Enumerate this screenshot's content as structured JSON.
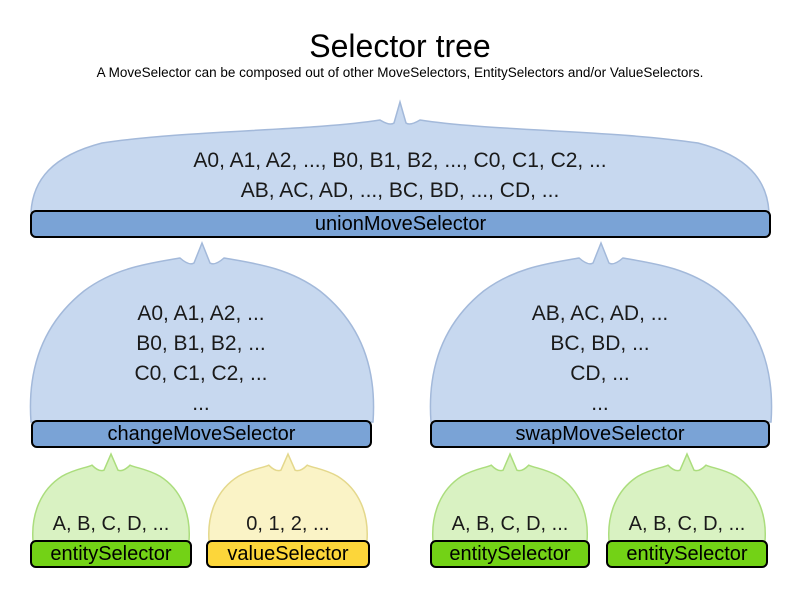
{
  "title": "Selector tree",
  "subtitle": "A MoveSelector can be composed out of other MoveSelectors, EntitySelectors and/or ValueSelectors.",
  "colors": {
    "blue_bar": "#7aa3d6",
    "blue_dome": "#c7d8ef",
    "blue_dome_border": "#a3b9da",
    "green_bar": "#73d216",
    "green_dome": "#d9f2c2",
    "green_dome_border": "#abdd7d",
    "yellow_bar": "#fcd63a",
    "yellow_dome": "#faf3c6",
    "yellow_dome_border": "#e4d88c",
    "bar_border": "#000000"
  },
  "nodes": {
    "union": {
      "label": "unionMoveSelector",
      "lines": [
        "A0, A1, A2, ..., B0, B1, B2, ..., C0, C1, C2, ...",
        "AB, AC, AD, ..., BC, BD, ..., CD, ..."
      ]
    },
    "change": {
      "label": "changeMoveSelector",
      "lines": [
        "A0, A1, A2, ...",
        "B0, B1, B2, ...",
        "C0, C1, C2, ...",
        "..."
      ]
    },
    "swap": {
      "label": "swapMoveSelector",
      "lines": [
        "AB, AC, AD, ...",
        "BC, BD, ...",
        "CD, ...",
        "..."
      ]
    },
    "entity1": {
      "label": "entitySelector",
      "lines": [
        "A, B, C, D, ..."
      ]
    },
    "value1": {
      "label": "valueSelector",
      "lines": [
        "0, 1, 2, ..."
      ]
    },
    "entity2": {
      "label": "entitySelector",
      "lines": [
        "A, B, C, D, ..."
      ]
    },
    "entity3": {
      "label": "entitySelector",
      "lines": [
        "A, B, C, D, ..."
      ]
    }
  }
}
